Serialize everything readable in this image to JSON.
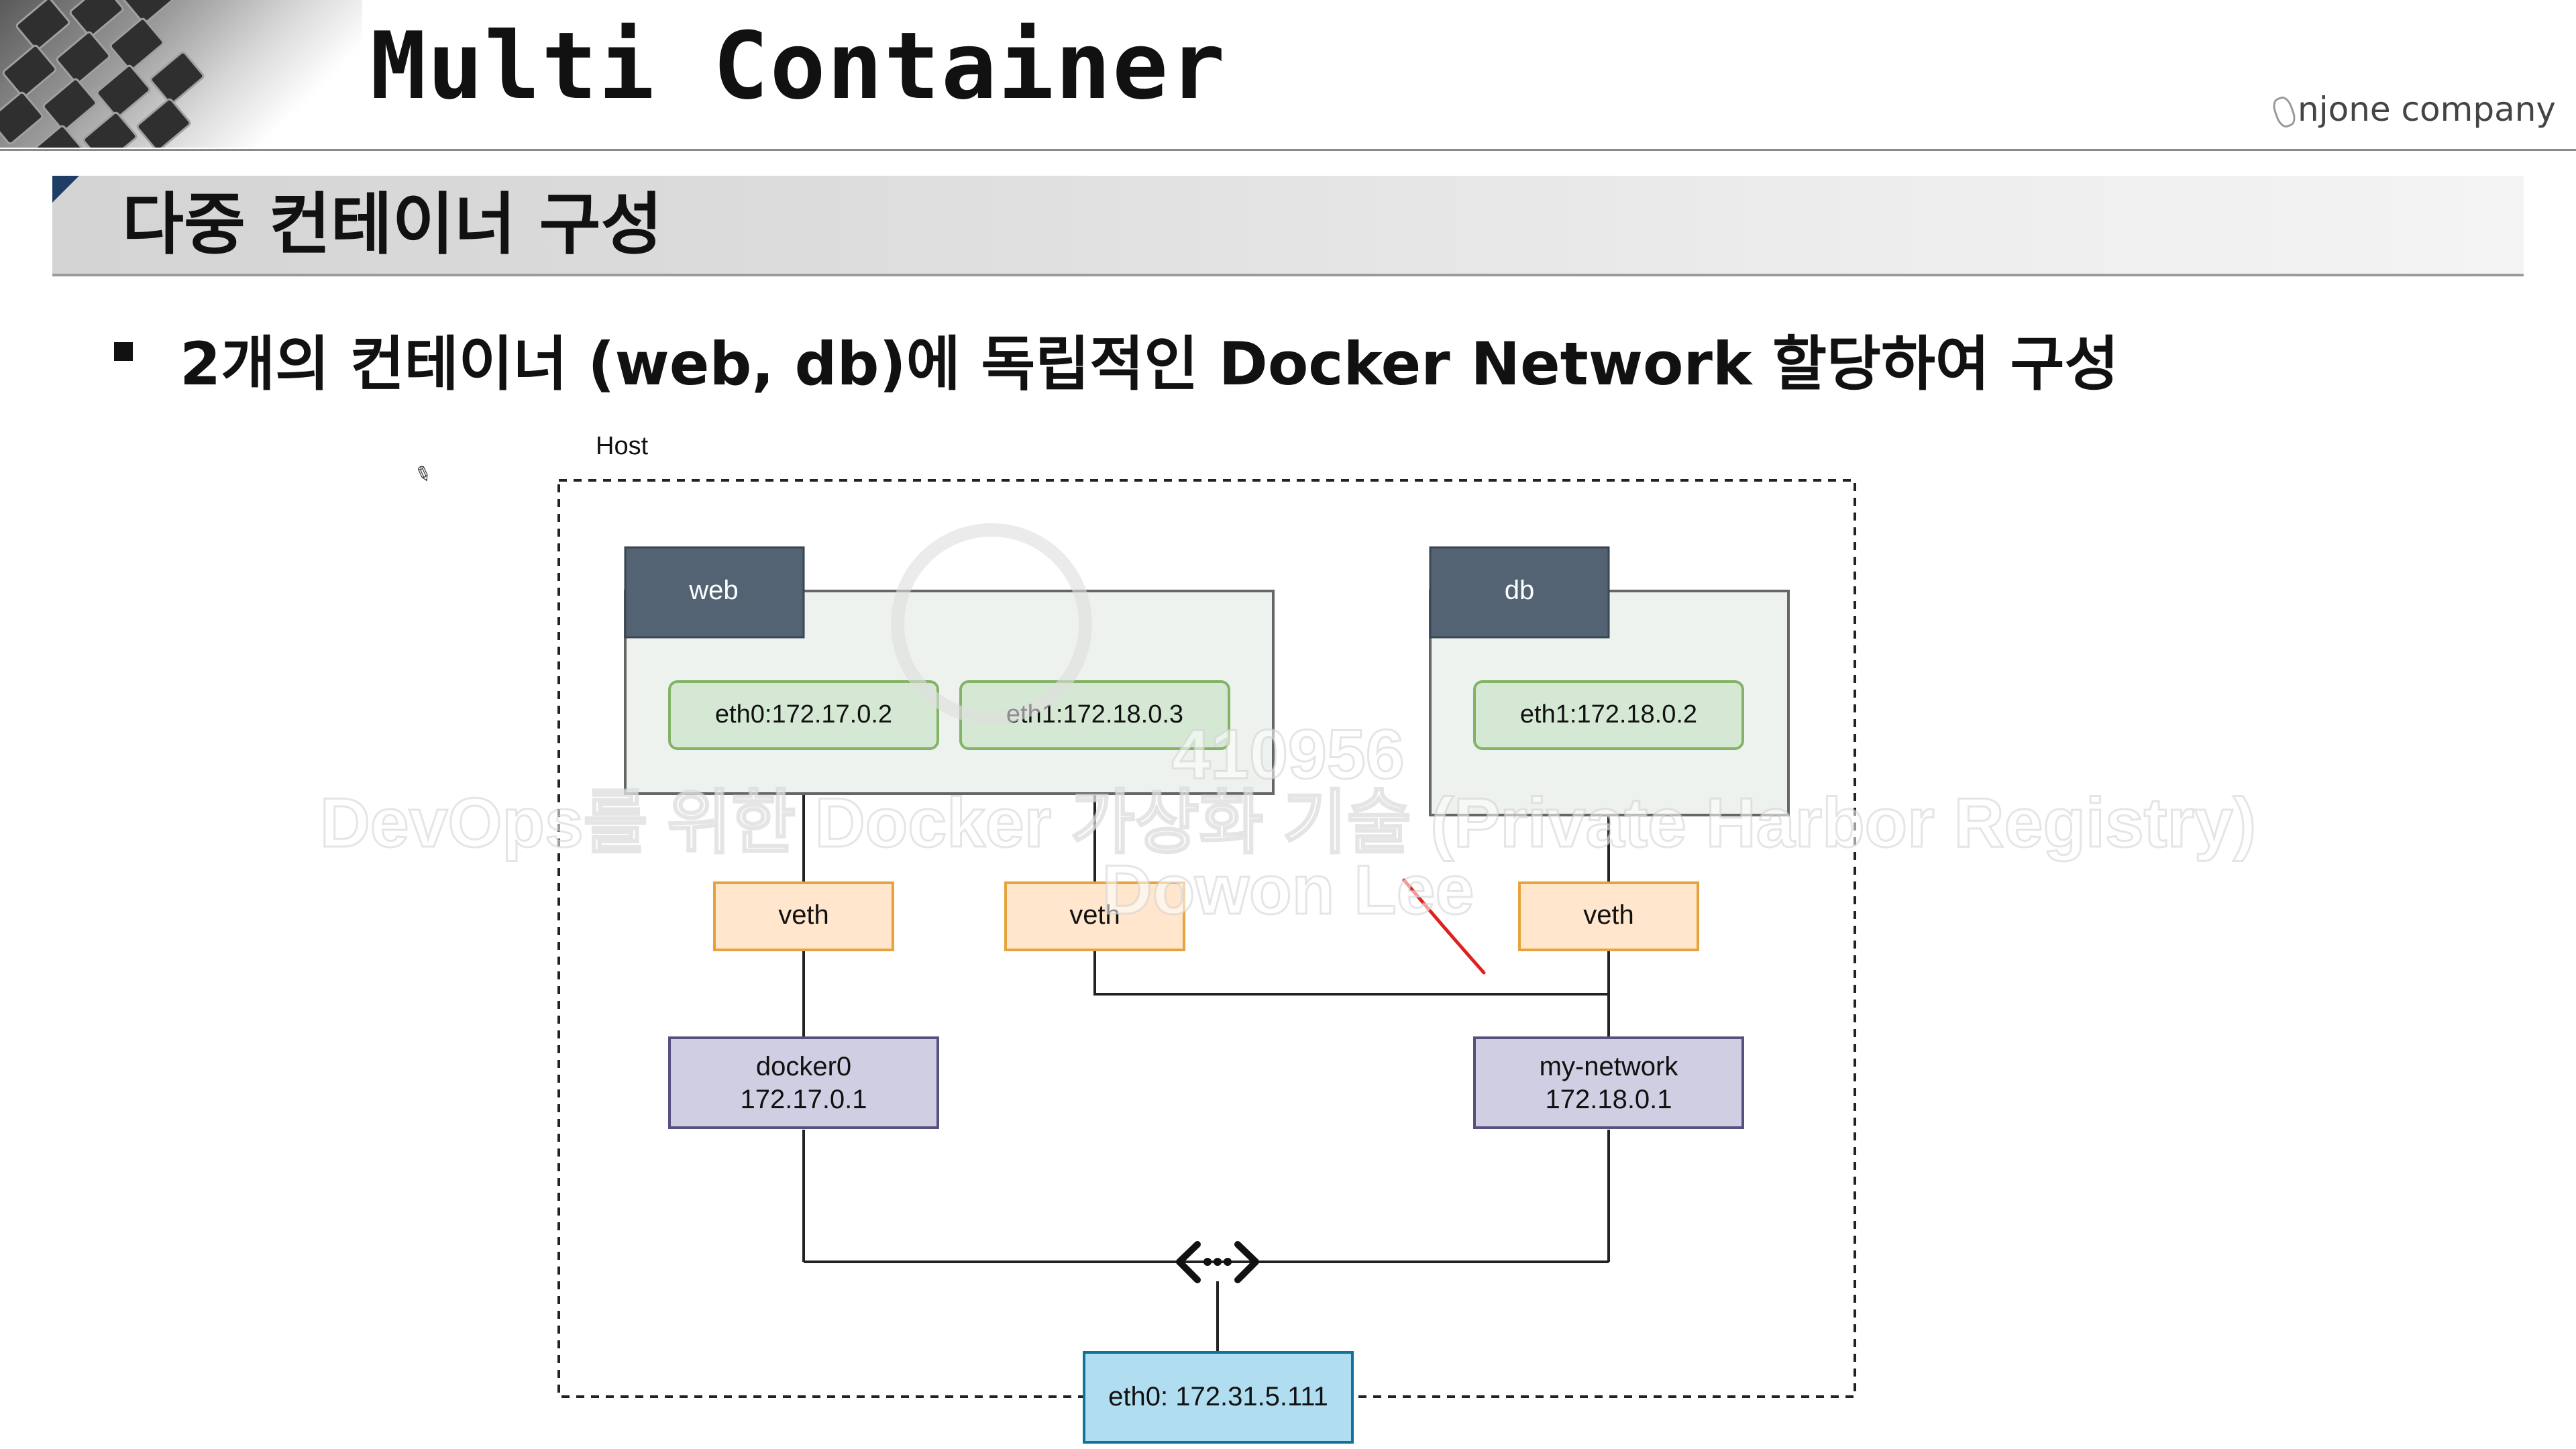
{
  "header": {
    "title": "Multi Container",
    "brand": "njone company"
  },
  "section": {
    "title": "다중 컨테이너 구성"
  },
  "bullet": {
    "text": "2개의 컨테이너 (web, db)에 독립적인 Docker Network 할당하여 구성"
  },
  "diagram": {
    "host_label": "Host",
    "web": {
      "label": "web",
      "eth0": "eth0:172.17.0.2",
      "eth1": "eth1:172.18.0.3"
    },
    "db": {
      "label": "db",
      "eth1": "eth1:172.18.0.2"
    },
    "veth_label": "veth",
    "docker0": {
      "name": "docker0",
      "ip": "172.17.0.1"
    },
    "my_network": {
      "name": "my-network",
      "ip": "172.18.0.1"
    },
    "host_eth0": "eth0: 172.31.5.111",
    "colors": {
      "container_header": "#536373",
      "container_body": "#eef2ee",
      "iface_fill": "#d5e8d4",
      "iface_stroke": "#82b366",
      "veth_fill": "#ffe6cc",
      "veth_stroke": "#e6a33c",
      "bridge_fill": "#d0cee2",
      "bridge_stroke": "#56517e",
      "eth_fill": "#b1ddf0",
      "eth_stroke": "#10739e",
      "annotation": "#e02020"
    }
  },
  "watermark": {
    "id": "410956",
    "course": "DevOps를 위한 Docker 가상화 기술 (Private Harbor Registry)",
    "author": "Dowon Lee"
  }
}
